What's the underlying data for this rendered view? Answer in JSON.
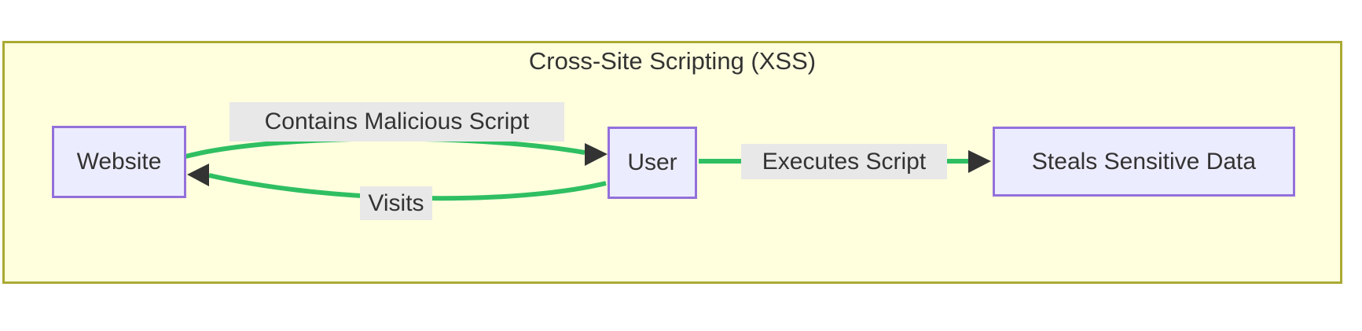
{
  "diagram": {
    "title": "Cross-Site Scripting (XSS)",
    "type": "flowchart-left-right",
    "nodes": [
      {
        "id": "website",
        "label": "Website"
      },
      {
        "id": "user",
        "label": "User"
      },
      {
        "id": "steals",
        "label": "Steals Sensitive Data"
      }
    ],
    "edges": [
      {
        "from": "Website",
        "to": "User",
        "label": "Contains Malicious Script",
        "style": "curved-up"
      },
      {
        "from": "User",
        "to": "Website",
        "label": "Visits",
        "style": "curved-down"
      },
      {
        "from": "User",
        "to": "Steals Sensitive Data",
        "label": "Executes Script",
        "style": "straight"
      }
    ],
    "colors": {
      "cluster_fill": "#ffffde",
      "cluster_border": "#aaaa33",
      "node_fill": "#ececff",
      "node_border": "#9370db",
      "edge_color": "#2fbf62",
      "arrow_color": "#333333",
      "label_bg": "#e8e8e8",
      "text": "#333333"
    }
  }
}
